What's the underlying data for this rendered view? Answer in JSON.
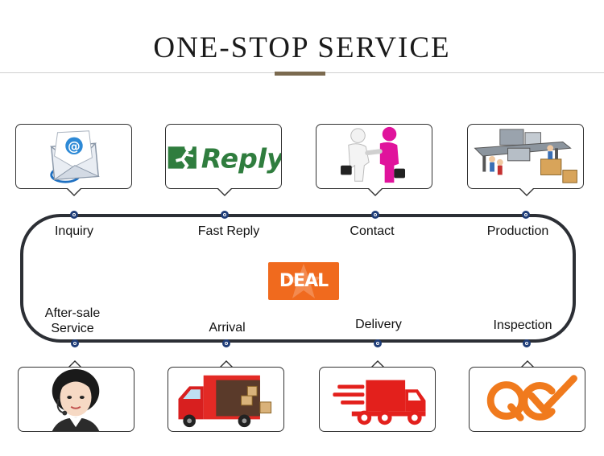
{
  "title": "ONE-STOP SERVICE",
  "center_badge": "DEAL",
  "reply_logo_text": "Reply",
  "steps_top": [
    {
      "label": "Inquiry",
      "icon": "email-envelope-icon"
    },
    {
      "label": "Fast Reply",
      "icon": "reply-runner-icon"
    },
    {
      "label": "Contact",
      "icon": "handshake-icon"
    },
    {
      "label": "Production",
      "icon": "factory-conveyor-icon"
    }
  ],
  "steps_bottom": [
    {
      "label_line1": "After-sale",
      "label_line2": "Service",
      "icon": "customer-service-agent-icon"
    },
    {
      "label": "Arrival",
      "icon": "delivery-truck-icon"
    },
    {
      "label": "Delivery",
      "icon": "fast-truck-icon"
    },
    {
      "label": "Inspection",
      "icon": "qc-check-icon"
    }
  ],
  "colors": {
    "accent_orange": "#f06a1e",
    "node_blue": "#1f3d78",
    "truck_red": "#e3201c",
    "title_rule": "#7b6a4f"
  }
}
